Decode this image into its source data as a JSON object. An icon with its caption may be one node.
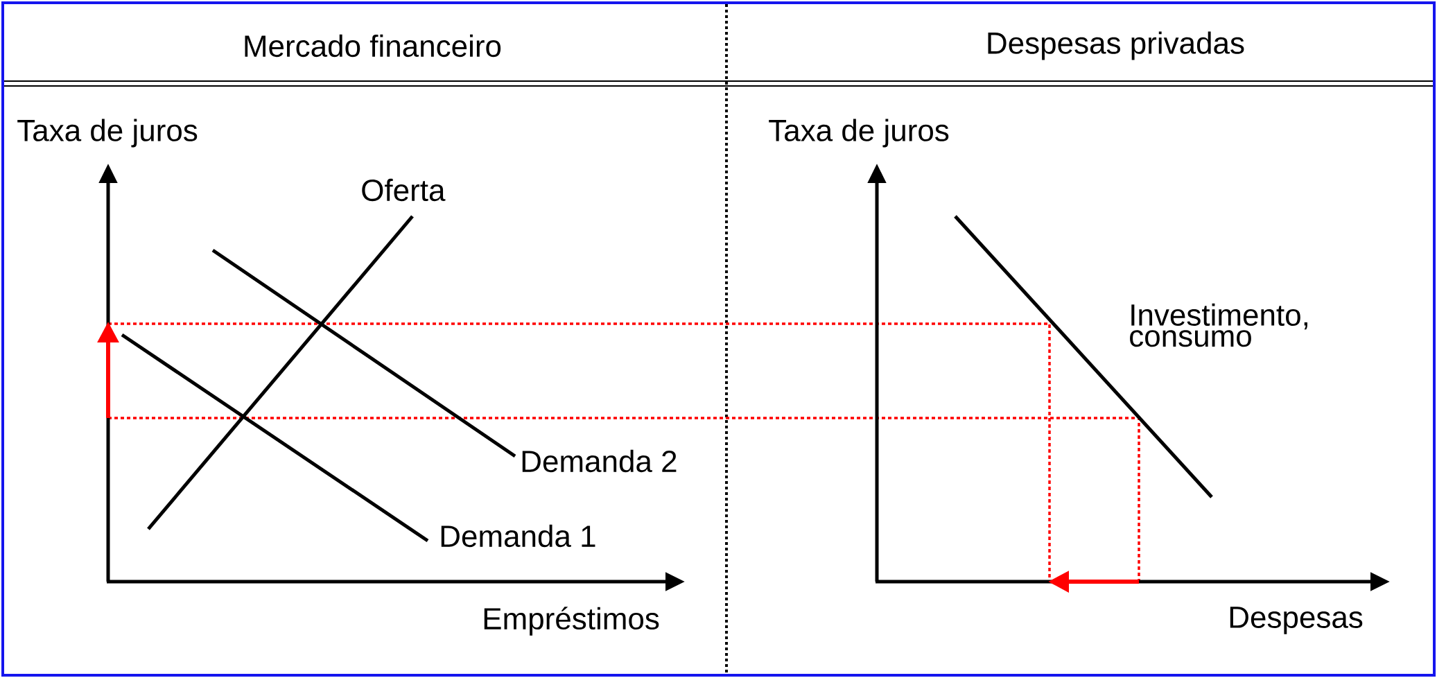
{
  "diagram": {
    "labels": [
      "Mercado financeiro",
      "Despesas privadas",
      "Taxa de juros",
      "Taxa de juros",
      "Oferta",
      "Investimento, consumo",
      "Demanda 2",
      "Demanda 1",
      "Empréstimos",
      "Despesas"
    ]
  }
}
